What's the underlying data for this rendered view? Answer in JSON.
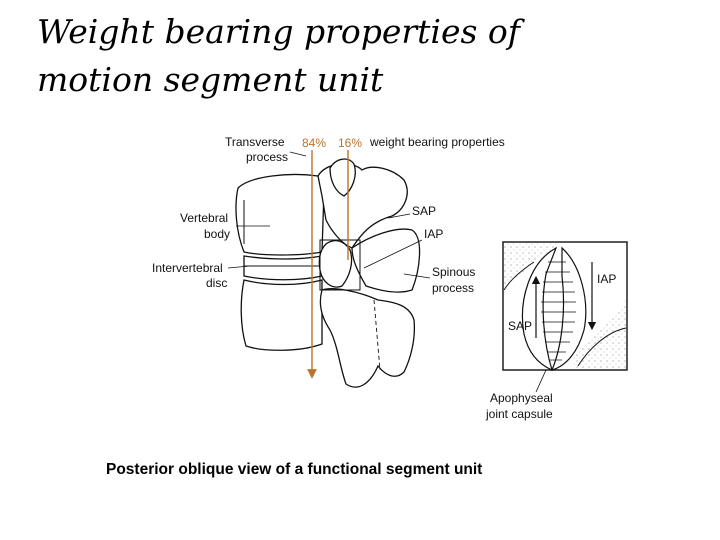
{
  "title": {
    "line1": "Weight bearing properties of",
    "line2": "motion segment unit"
  },
  "figure": {
    "labels": {
      "transverse_process_1": "Transverse",
      "transverse_process_2": "process",
      "percent_anterior": "84%",
      "percent_posterior": "16%",
      "weight_bearing": "weight bearing properties",
      "sap": "SAP",
      "iap": "IAP",
      "vertebral_body_1": "Vertebral",
      "vertebral_body_2": "body",
      "intervertebral_disc_1": "Intervertebral",
      "intervertebral_disc_2": "disc",
      "spinous_process_1": "Spinous",
      "spinous_process_2": "process"
    },
    "inset": {
      "iap": "IAP",
      "sap": "SAP",
      "capsule_1": "Apophyseal",
      "capsule_2": "joint capsule"
    },
    "caption": "Posterior oblique view of a functional segment unit",
    "accent_color": "#b8732a"
  }
}
